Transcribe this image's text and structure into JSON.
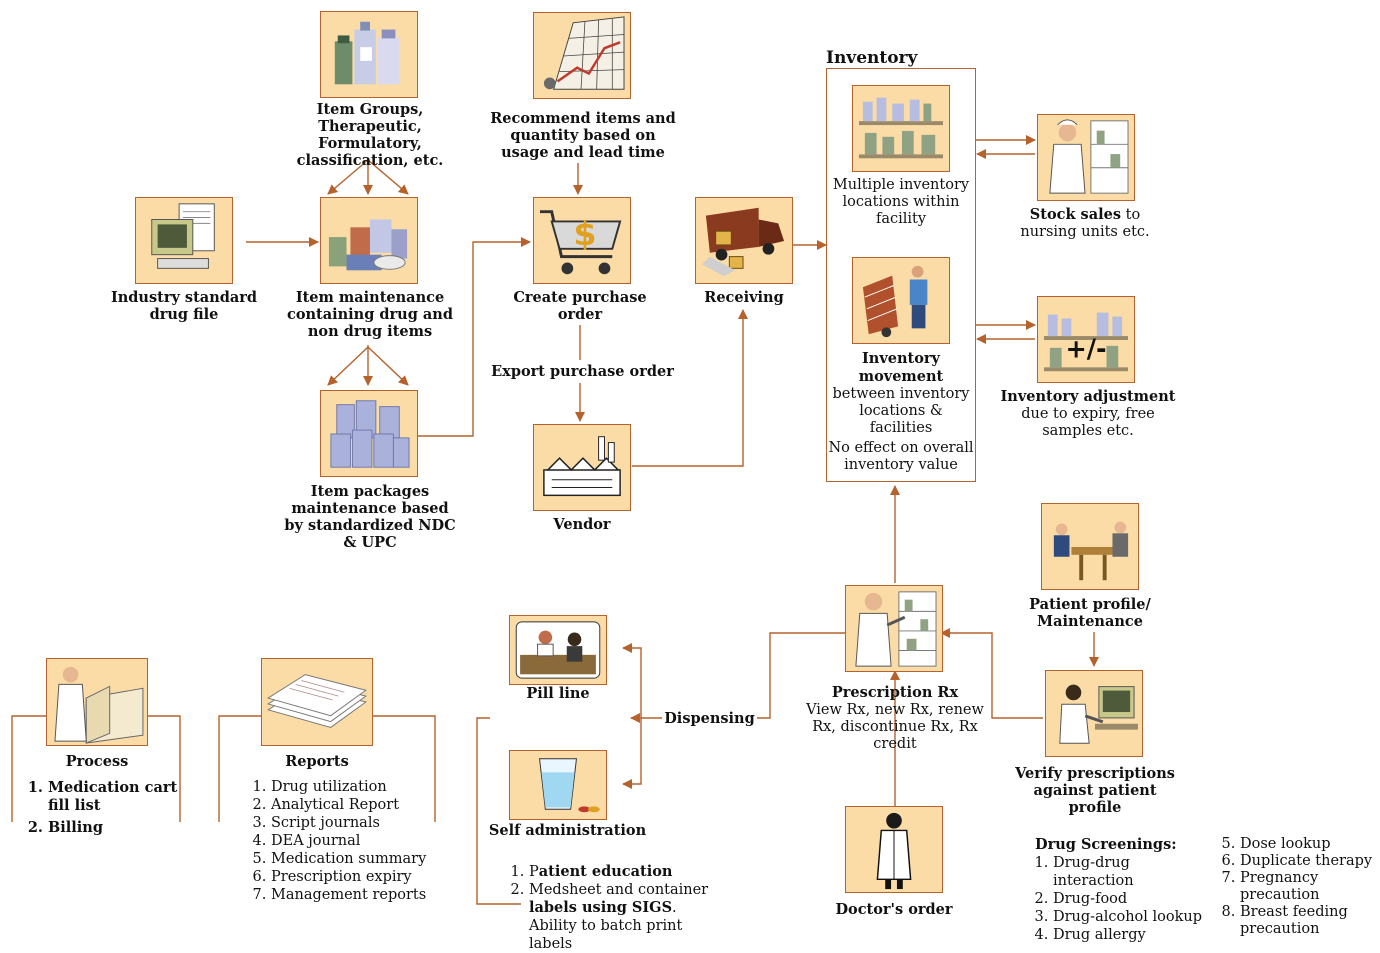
{
  "nodes": {
    "item_groups": "Item Groups, Therapeutic, Formulatory, classification, etc.",
    "recommend": "Recommend items and quantity based on usage and lead time",
    "industry_file": "Industry standard drug file",
    "item_maintenance": "Item maintenance containing drug and non drug items",
    "create_po": "Create purchase order",
    "export_po": "Export purchase order",
    "receiving": "Receiving",
    "item_packages": "Item packages maintenance based by standardized NDC & UPC",
    "vendor": "Vendor",
    "inventory_title": "Inventory",
    "multiple_locations": "Multiple inventory locations within facility",
    "inventory_movement_bold": "Inventory movement",
    "inventory_movement_text": "between inventory locations & facilities",
    "no_effect": "No effect on overall inventory value",
    "stock_sales_bold": "Stock sales",
    "stock_sales_text": "to nursing units etc.",
    "inv_adjust_bold": "Inventory adjustment",
    "inv_adjust_text": "due to expiry, free samples etc.",
    "adjust_sign": "+/-",
    "patient_profile": "Patient profile/ Maintenance",
    "prescription_bold": "Prescription Rx",
    "prescription_text": "View Rx, new Rx, renew Rx, discontinue Rx, Rx credit",
    "verify": "Verify prescriptions against patient profile",
    "pill_line": "Pill line",
    "dispensing": "Dispensing",
    "self_admin": "Self administration",
    "doctors_order": "Doctor's order",
    "process": "Process",
    "reports": "Reports"
  },
  "process_list": [
    {
      "bold": "Medication cart fill list",
      "rest": ""
    },
    {
      "bold": "Billing",
      "rest": ""
    }
  ],
  "reports_list": [
    "Drug utilization",
    "Analytical Report",
    "Script journals",
    "DEA journal",
    "Medication summary",
    "Prescription expiry",
    "Management reports"
  ],
  "self_admin_list": {
    "item1_pre": "P",
    "item1_bold": "atient education",
    "item2_pre": "Medsheet and container ",
    "item2_bold": "labels using SIGS",
    "item2_post": ". Ability to batch print labels"
  },
  "screenings": {
    "title": "Drug Screenings:",
    "left": [
      "Drug-drug interaction",
      "Drug-food",
      "Drug-alcohol lookup",
      "Drug allergy"
    ],
    "right": [
      "Dose lookup",
      "Duplicate therapy",
      "Pregnancy precaution",
      "Breast feeding precaution"
    ]
  },
  "colors": {
    "accent": "#b5622d",
    "box_fill": "#fbdca6"
  },
  "icons": {
    "item_groups": "medicine-bottles-icon",
    "recommend": "building-chart-icon",
    "industry_file": "computer-icon",
    "item_maintenance": "medicine-packages-icon",
    "create_po": "dollar-cart-icon",
    "receiving": "delivery-truck-icon",
    "item_packages": "bottle-packages-icon",
    "vendor": "factory-icon",
    "multiple_locations": "pharmacy-shelves-icon",
    "inventory_movement": "hand-truck-worker-icon",
    "stock_sales": "nurse-icon",
    "inv_adjust": "shelf-adjust-icon",
    "patient_profile": "meeting-icon",
    "prescription": "pharmacist-icon",
    "verify": "computer-user-icon",
    "pill_line": "counter-service-icon",
    "self_admin": "water-glass-pills-icon",
    "doctors_order": "doctor-icon",
    "process": "doctor-book-icon",
    "reports": "paper-stack-icon"
  }
}
